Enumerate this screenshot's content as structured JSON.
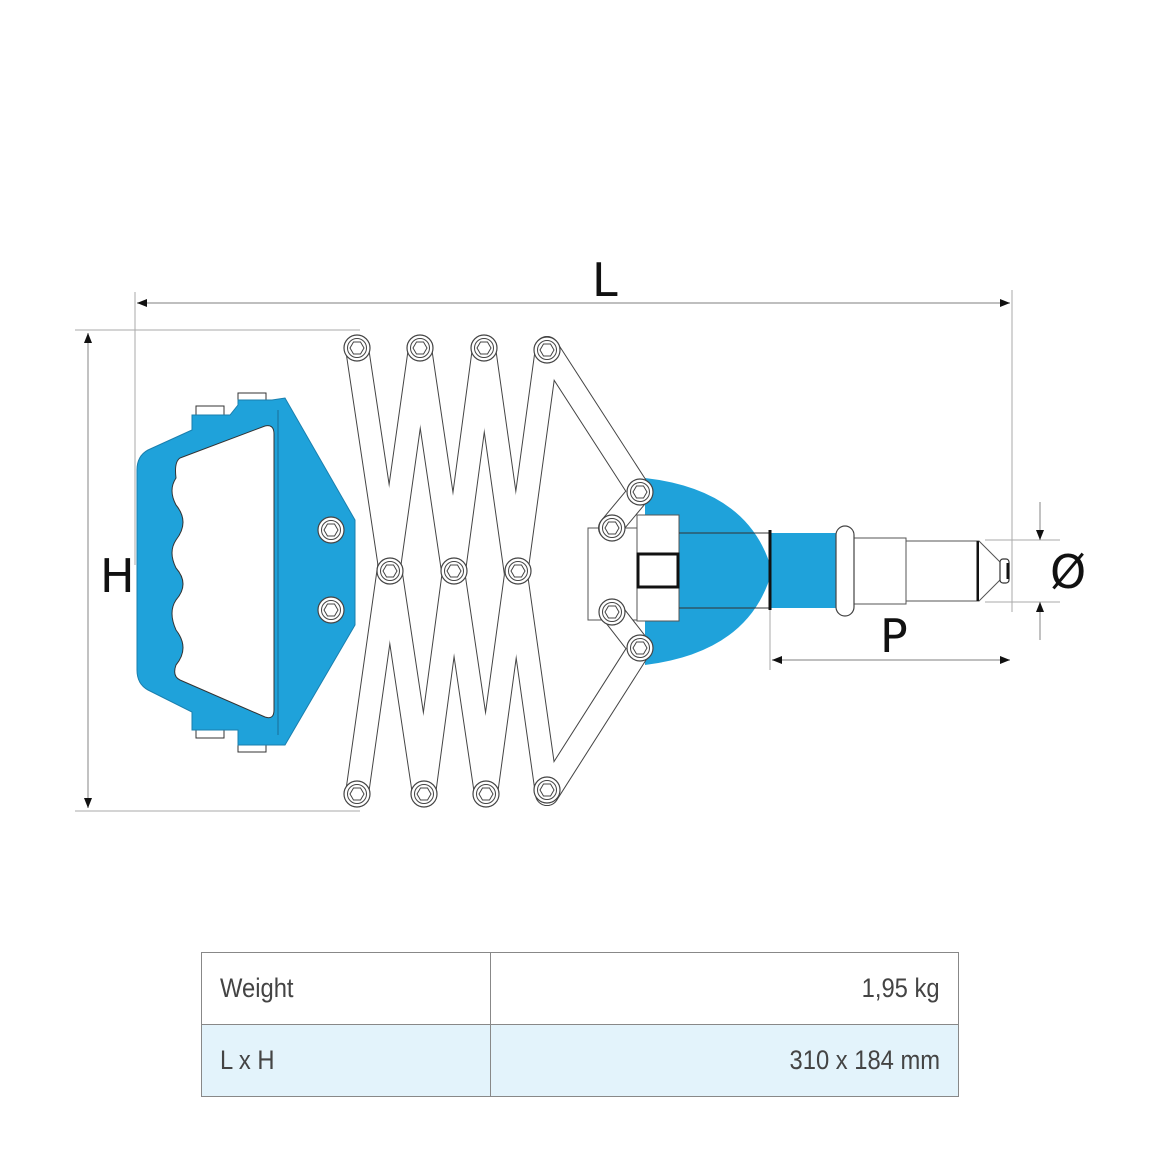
{
  "diagram": {
    "dimension_labels": {
      "length": "L",
      "height": "H",
      "stroke": "P",
      "diameter": "Ø"
    },
    "colors": {
      "body": "#1fa2da",
      "outline": "#333333",
      "dimension": "#999999"
    }
  },
  "specs": {
    "rows": [
      {
        "label": "Weight",
        "value": "1,95 kg"
      },
      {
        "label": "L x H",
        "value": "310 x 184 mm"
      }
    ]
  }
}
